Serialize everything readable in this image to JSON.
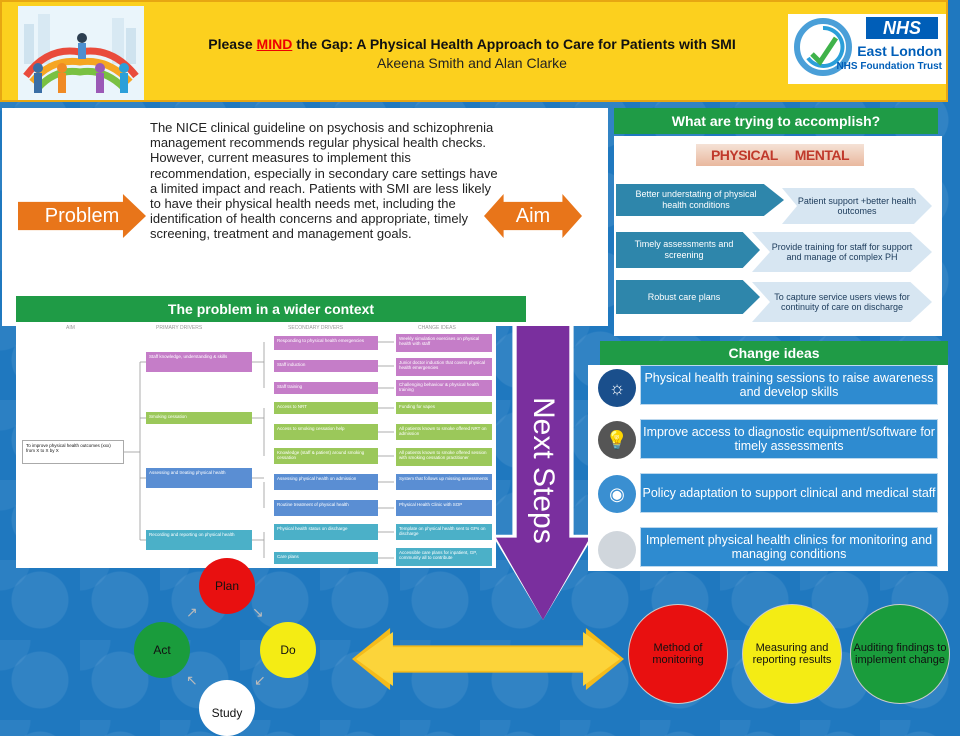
{
  "header": {
    "title_pre": "Please ",
    "title_mind": "MIND",
    "title_post": " the Gap: A Physical Health Approach to Care for Patients with SMI",
    "authors": "Akeena Smith and Alan Clarke",
    "nhs_badge": "NHS",
    "trust_name": "East London",
    "trust_sub": "NHS Foundation Trust",
    "colors": {
      "banner": "#fcd01e",
      "mind": "#ee0000",
      "nhs_blue": "#005eb8"
    }
  },
  "problem": {
    "problem_label": "Problem",
    "aim_label": "Aim",
    "text": "The NICE clinical guideline on psychosis and schizophrenia management recommends regular physical health checks. However, current measures to implement this recommendation, especially in secondary care settings have a limited impact and reach. Patients with SMI are less likely to have their physical health needs met, including the identification of health concerns and appropriate, timely screening, treatment and management goals."
  },
  "aim": {
    "heading": "What are trying to accomplish?",
    "banner_left": "PHYSICAL",
    "banner_right": "MENTAL",
    "rows": [
      {
        "left": "Better understating of physical health conditions",
        "right": "Patient support +better health outcomes"
      },
      {
        "left": "Timely assessments and screening",
        "right": "Provide training for staff for support and manage of complex PH"
      },
      {
        "left": "Robust care plans",
        "right": "To capture service users views for continuity of care on discharge"
      }
    ]
  },
  "context": {
    "heading": "The problem in a wider context",
    "col_headers": [
      "AIM",
      "PRIMARY DRIVERS",
      "SECONDARY DRIVERS",
      "CHANGE IDEAS"
    ],
    "aim_box": "To improve physical health outcomes (xxx) from X to X by X",
    "primary": [
      "Staff knowledge, understanding & skills",
      "Smoking cessation",
      "Assessing and treating physical health",
      "Recording and reporting on physical health"
    ],
    "secondary": [
      "Responding to physical health emergencies",
      "Staff induction",
      "Staff training",
      "Access to NRT",
      "Access to smoking cessation help",
      "Knowledge (staff & patient) around smoking cessation",
      "Assessing physical health on admission",
      "Routine treatment of physical health",
      "Physical health status on discharge",
      "Care plans"
    ],
    "ideas": [
      "Weekly simulation exercises on physical health with staff",
      "Junior doctor induction that covers physical health emergencies",
      "Challenging behaviour & physical health training",
      "Funding for vapes",
      "All patients known to smoke offered NRT on admission",
      "All patients known to smoke offered session with smoking cessation practitioner",
      "System that follows up missing assessments",
      "Physical Health Clinic with SOP",
      "Template on physical health sent to GPs on discharge",
      "Accessible care plans for inpatient, GP, community all to contribute"
    ]
  },
  "next_steps": {
    "label": "Next Steps"
  },
  "change_ideas": {
    "heading": "Change ideas",
    "items": [
      {
        "text": "Physical health training sessions to raise awareness and develop skills",
        "icon": "brain-bulb-icon"
      },
      {
        "text": "Improve access to diagnostic equipment/software for timely assessments",
        "icon": "lightbulb-icon"
      },
      {
        "text": "Policy adaptation to support clinical and medical staff",
        "icon": "globe-bulb-icon"
      },
      {
        "text": "Implement physical health clinics for monitoring and managing conditions",
        "icon": "circle-icon"
      }
    ]
  },
  "pdsa": {
    "plan": "Plan",
    "do": "Do",
    "study": "Study",
    "act": "Act",
    "colors": {
      "plan": "#e81010",
      "do": "#f4ec14",
      "study": "#ffffff",
      "act": "#1a9c3c"
    }
  },
  "stages": {
    "monitoring": "Method of monitoring",
    "measuring": "Measuring and reporting results",
    "auditing": "Auditing findings to implement change"
  }
}
